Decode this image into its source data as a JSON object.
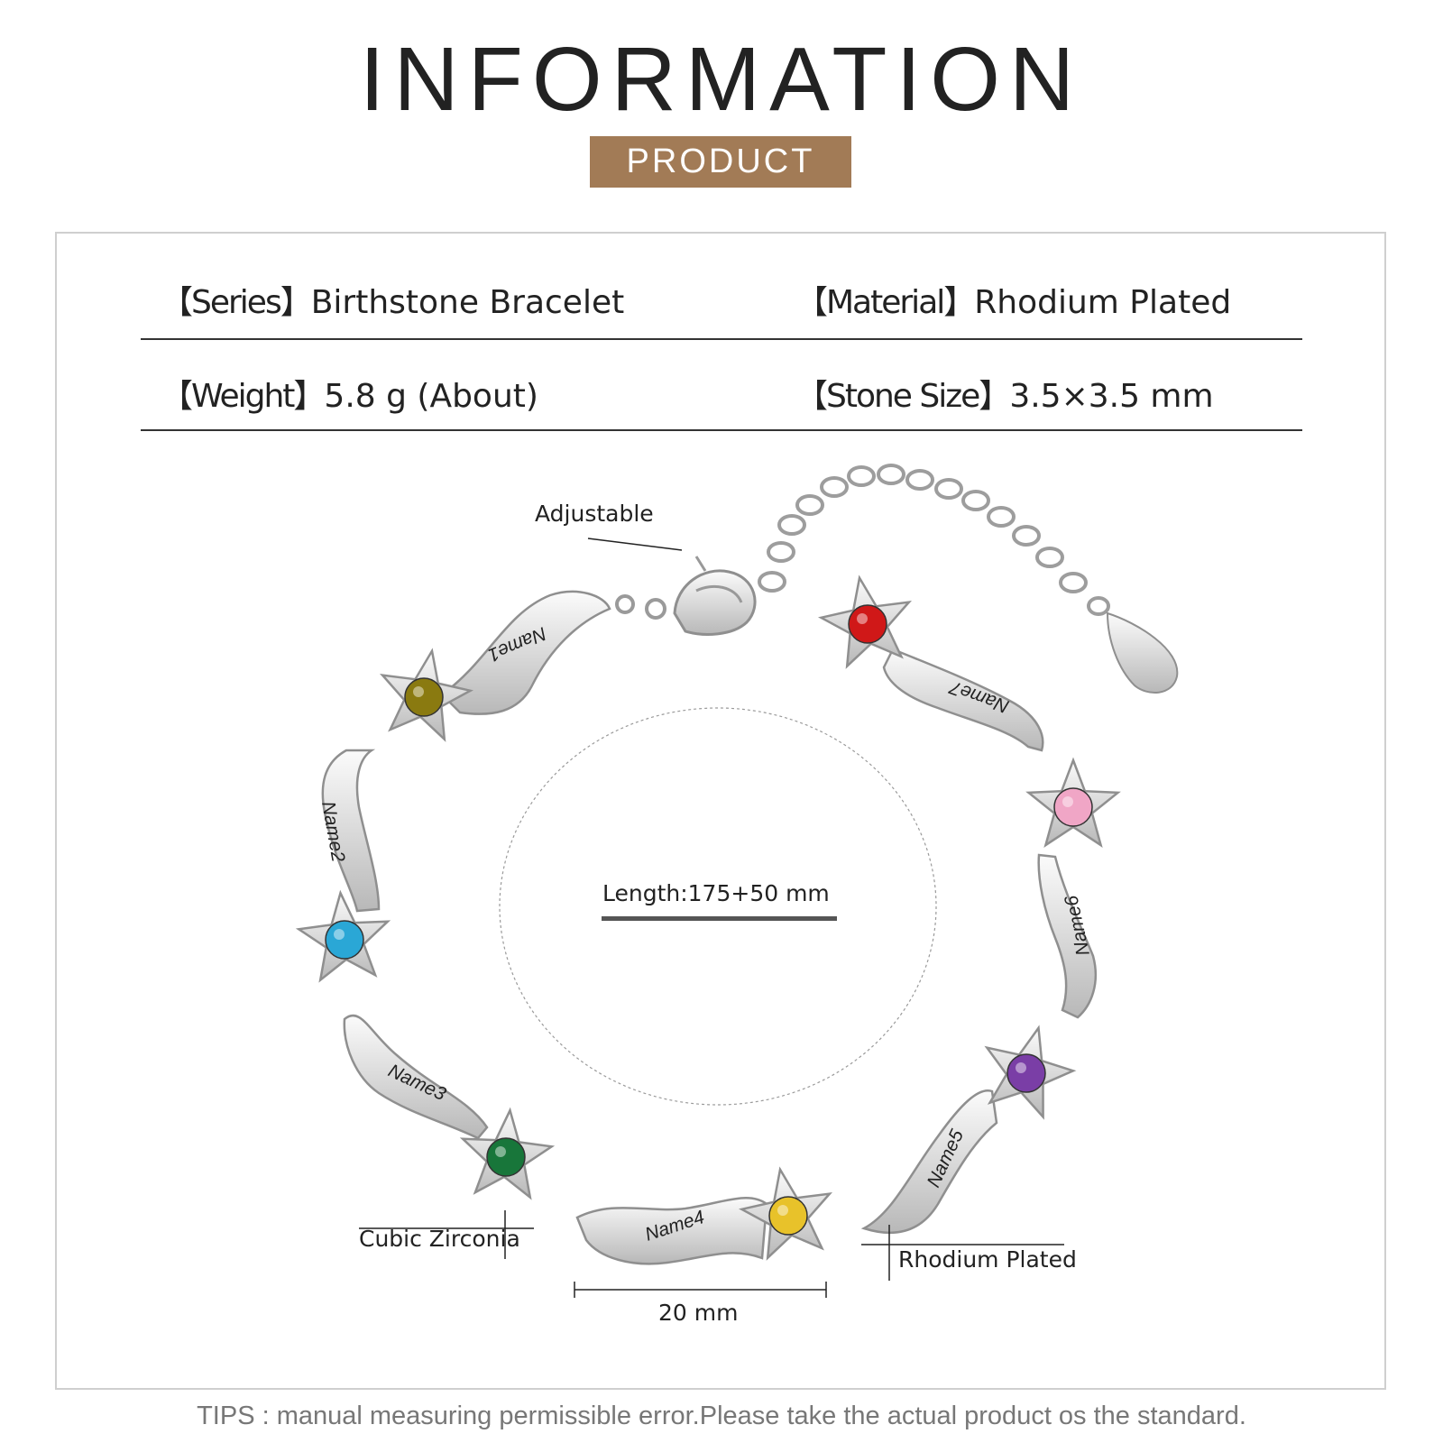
{
  "header": {
    "title": "INFORMATION",
    "badge": "PRODUCT"
  },
  "specs": {
    "series_key": "【Series】",
    "series_value": "Birthstone Bracelet",
    "material_key": "【Material】",
    "material_value": "Rhodium Plated",
    "weight_key": "【Weight】",
    "weight_value": "5.8 g (About)",
    "stone_key": "【Stone Size】",
    "stone_value": "3.5×3.5 mm"
  },
  "callouts": {
    "adjustable": "Adjustable",
    "length": "Length:175+50 mm",
    "cubic": "Cubic Zirconia",
    "rhodium": "Rhodium Plated",
    "link_size": "20 mm"
  },
  "names": [
    "Name1",
    "Name2",
    "Name3",
    "Name4",
    "Name5",
    "Name6",
    "Name7"
  ],
  "stones": [
    "#8a7a10",
    "#2aa7d6",
    "#18763a",
    "#e8c22a",
    "#7a3ea6",
    "#f0a6c6",
    "#d01818"
  ],
  "colors": {
    "badge": "#a27b56",
    "metal": "#e6e6e6",
    "metal_edge": "#8f8f8f"
  },
  "tips": "TIPS : manual measuring permissible error.Please take the actual product os the standard."
}
